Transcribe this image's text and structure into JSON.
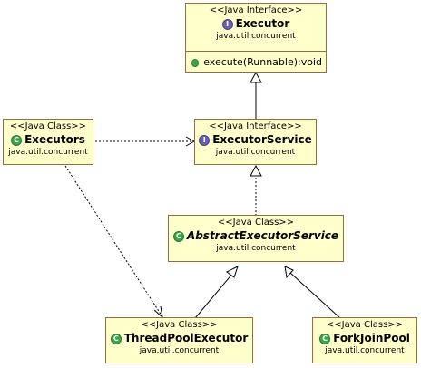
{
  "nodes": {
    "executor": {
      "stereotype": "<<Java Interface>>",
      "name": "Executor",
      "package": "java.util.concurrent",
      "methods": [
        "execute(Runnable):void"
      ]
    },
    "executor_service": {
      "stereotype": "<<Java Interface>>",
      "name": "ExecutorService",
      "package": "java.util.concurrent"
    },
    "executors": {
      "stereotype": "<<Java Class>>",
      "name": "Executors",
      "package": "java.util.concurrent"
    },
    "abstract_executor_service": {
      "stereotype": "<<Java Class>>",
      "name": "AbstractExecutorService",
      "package": "java.util.concurrent"
    },
    "thread_pool_executor": {
      "stereotype": "<<Java Class>>",
      "name": "ThreadPoolExecutor",
      "package": "java.util.concurrent"
    },
    "fork_join_pool": {
      "stereotype": "<<Java Class>>",
      "name": "ForkJoinPool",
      "package": "java.util.concurrent"
    }
  },
  "edges": [
    {
      "from": "ExecutorService",
      "to": "Executor",
      "kind": "generalization"
    },
    {
      "from": "AbstractExecutorService",
      "to": "ExecutorService",
      "kind": "realization"
    },
    {
      "from": "ThreadPoolExecutor",
      "to": "AbstractExecutorService",
      "kind": "generalization"
    },
    {
      "from": "ForkJoinPool",
      "to": "AbstractExecutorService",
      "kind": "generalization"
    },
    {
      "from": "Executors",
      "to": "ExecutorService",
      "kind": "dependency"
    },
    {
      "from": "Executors",
      "to": "ThreadPoolExecutor",
      "kind": "dependency"
    }
  ],
  "icons": {
    "interface_badge": "I",
    "class_badge": "C",
    "abstract_badge": "C",
    "method_icon": "public-method-dot"
  },
  "colors": {
    "box_fill": "#ffffcc",
    "box_border": "#9a6a3a",
    "interface_badge": "#6b5fb0",
    "class_badge": "#3aa64a"
  }
}
